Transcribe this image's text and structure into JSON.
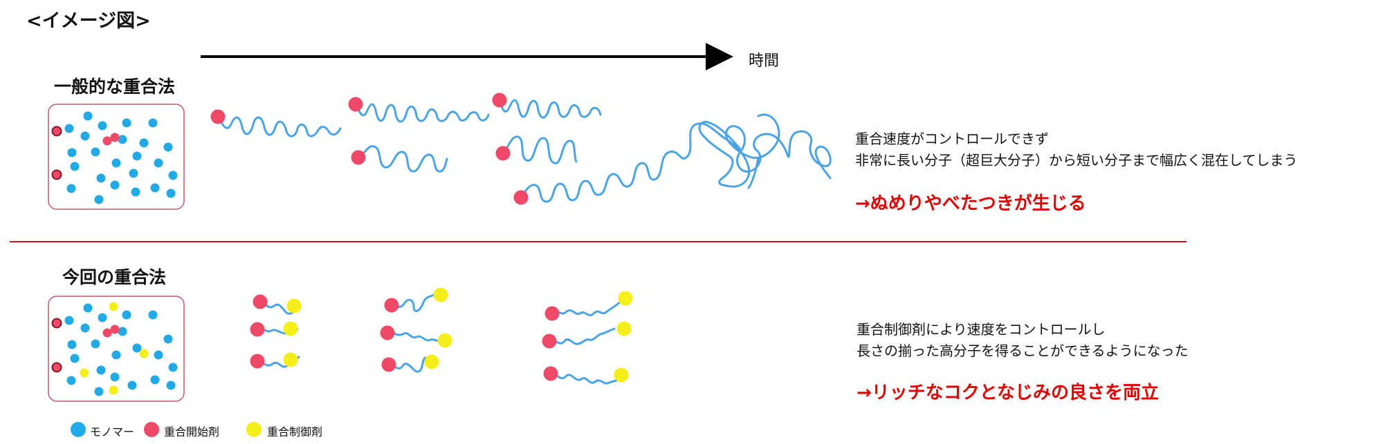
{
  "header": "<イメージ図>",
  "timeline_label": "時間",
  "colors": {
    "monomer": "#22aae6",
    "initiator": "#ee4a68",
    "controller": "#f6ee1a",
    "chain": "#4aa3e6",
    "result_text": "#e00000",
    "divider": "#c0181c",
    "box_border": "#c0566c"
  },
  "conventional": {
    "title": "一般的な重合法",
    "desc_line1": "重合速度がコントロールできず",
    "desc_line2": "非常に長い分子（超巨大分子）から短い分子まで幅広く混在してしまう",
    "result": "→ぬめりやべたつきが生じる"
  },
  "new_method": {
    "title": "今回の重合法",
    "desc_line1": "重合制御剤により速度をコントロールし",
    "desc_line2": "長さの揃った高分子を得ることができるようになった",
    "result": "→リッチなコクとなじみの良さを両立"
  },
  "legend": {
    "monomer": "モノマー",
    "initiator": "重合開始剤",
    "controller": "重合制御剤"
  }
}
